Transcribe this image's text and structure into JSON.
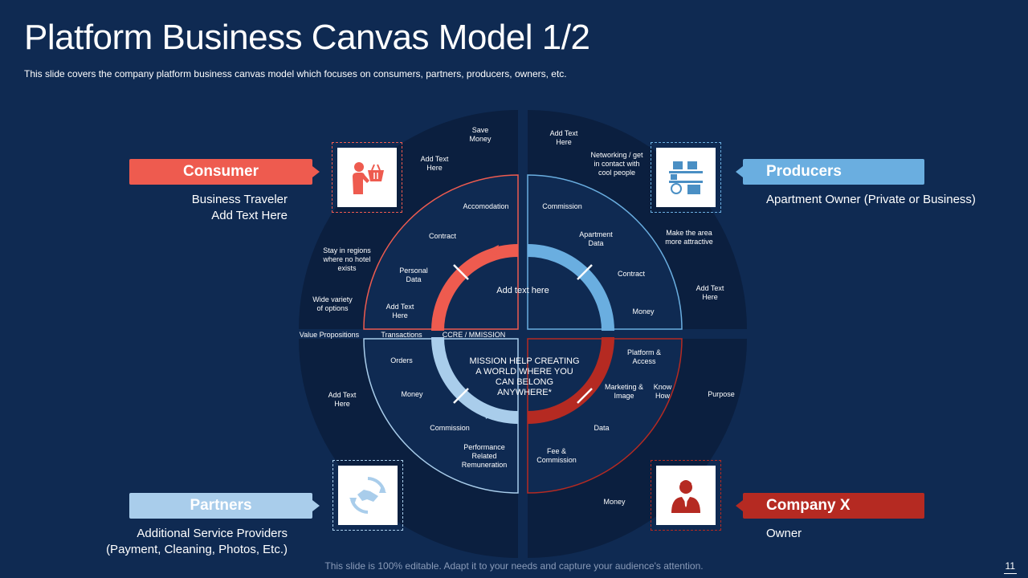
{
  "title": "Platform Business Canvas Model 1/2",
  "subtitle": "This slide covers the company platform business canvas model which focuses on consumers, partners, producers, owners, etc.",
  "footer": "This slide is 100% editable. Adapt it to your needs and capture your audience's attention.",
  "page_number": "11",
  "colors": {
    "background": "#0f2a52",
    "outer_ring": "#0b1f3f",
    "consumer": "#ee5b4f",
    "producers": "#6aaee0",
    "partners": "#a9cdeb",
    "company": "#b52a22"
  },
  "quadrants": {
    "consumer": {
      "label": "Consumer",
      "description": [
        "Business Traveler",
        "Add Text Here"
      ],
      "icon": "consumer-basket-icon"
    },
    "producers": {
      "label": "Producers",
      "description": [
        "Apartment Owner (Private or Business)"
      ],
      "icon": "warehouse-boxes-icon"
    },
    "partners": {
      "label": "Partners",
      "description": [
        "Additional Service Providers",
        "(Payment, Cleaning, Photos, Etc.)"
      ],
      "icon": "handshake-icon"
    },
    "company": {
      "label": "Company X",
      "description": [
        "Owner"
      ],
      "icon": "businessman-icon"
    }
  },
  "layer_labels": {
    "value_propositions": "Value Propositions",
    "transactions": "Transactions",
    "core_mission": "CCRE  / MMISSION"
  },
  "core": {
    "top_text": "Add text here",
    "mission_lines": [
      "MISSION HELP CREATING",
      "A WORLD WHERE YOU",
      "CAN BELONG",
      "ANYWHERE*"
    ]
  },
  "diagram_labels": {
    "tl_outer_save_money": [
      "Save",
      "Money"
    ],
    "tl_outer_add_text": [
      "Add Text",
      "Here"
    ],
    "tl_outer_stay": [
      "Stay in regions",
      "where no hotel",
      "exists"
    ],
    "tl_outer_variety": [
      "Wide variety",
      "of options"
    ],
    "tl_mid_accomodation": [
      "Accomodation"
    ],
    "tl_mid_contract": [
      "Contract"
    ],
    "tl_mid_personal_data": [
      "Personal",
      "Data"
    ],
    "tl_mid_add_text": [
      "Add Text",
      "Here"
    ],
    "tr_outer_add_text_top": [
      "Add Text",
      "Here"
    ],
    "tr_outer_networking": [
      "Networking / get",
      "in contact with",
      "cool people"
    ],
    "tr_outer_area": [
      "Make the area",
      "more attractive"
    ],
    "tr_outer_add_text_right": [
      "Add Text",
      "Here"
    ],
    "tr_mid_commission": [
      "Commission"
    ],
    "tr_mid_apartment_data": [
      "Apartment",
      "Data"
    ],
    "tr_mid_contract": [
      "Contract"
    ],
    "tr_mid_money": [
      "Money"
    ],
    "bl_outer_add_text": [
      "Add Text",
      "Here"
    ],
    "bl_mid_orders": [
      "Orders"
    ],
    "bl_mid_money": [
      "Money"
    ],
    "bl_mid_commission": [
      "Commission"
    ],
    "bl_mid_performance": [
      "Performance",
      "Related",
      "Remuneration"
    ],
    "br_mid_platform": [
      "Platform &",
      "Access"
    ],
    "br_mid_marketing": [
      "Marketing &",
      "Image"
    ],
    "br_mid_know_how": [
      "Know",
      "How"
    ],
    "br_mid_data": [
      "Data"
    ],
    "br_mid_fee": [
      "Fee &",
      "Commission"
    ],
    "br_outer_purpose": [
      "Purpose"
    ],
    "br_outer_money": [
      "Money"
    ]
  }
}
